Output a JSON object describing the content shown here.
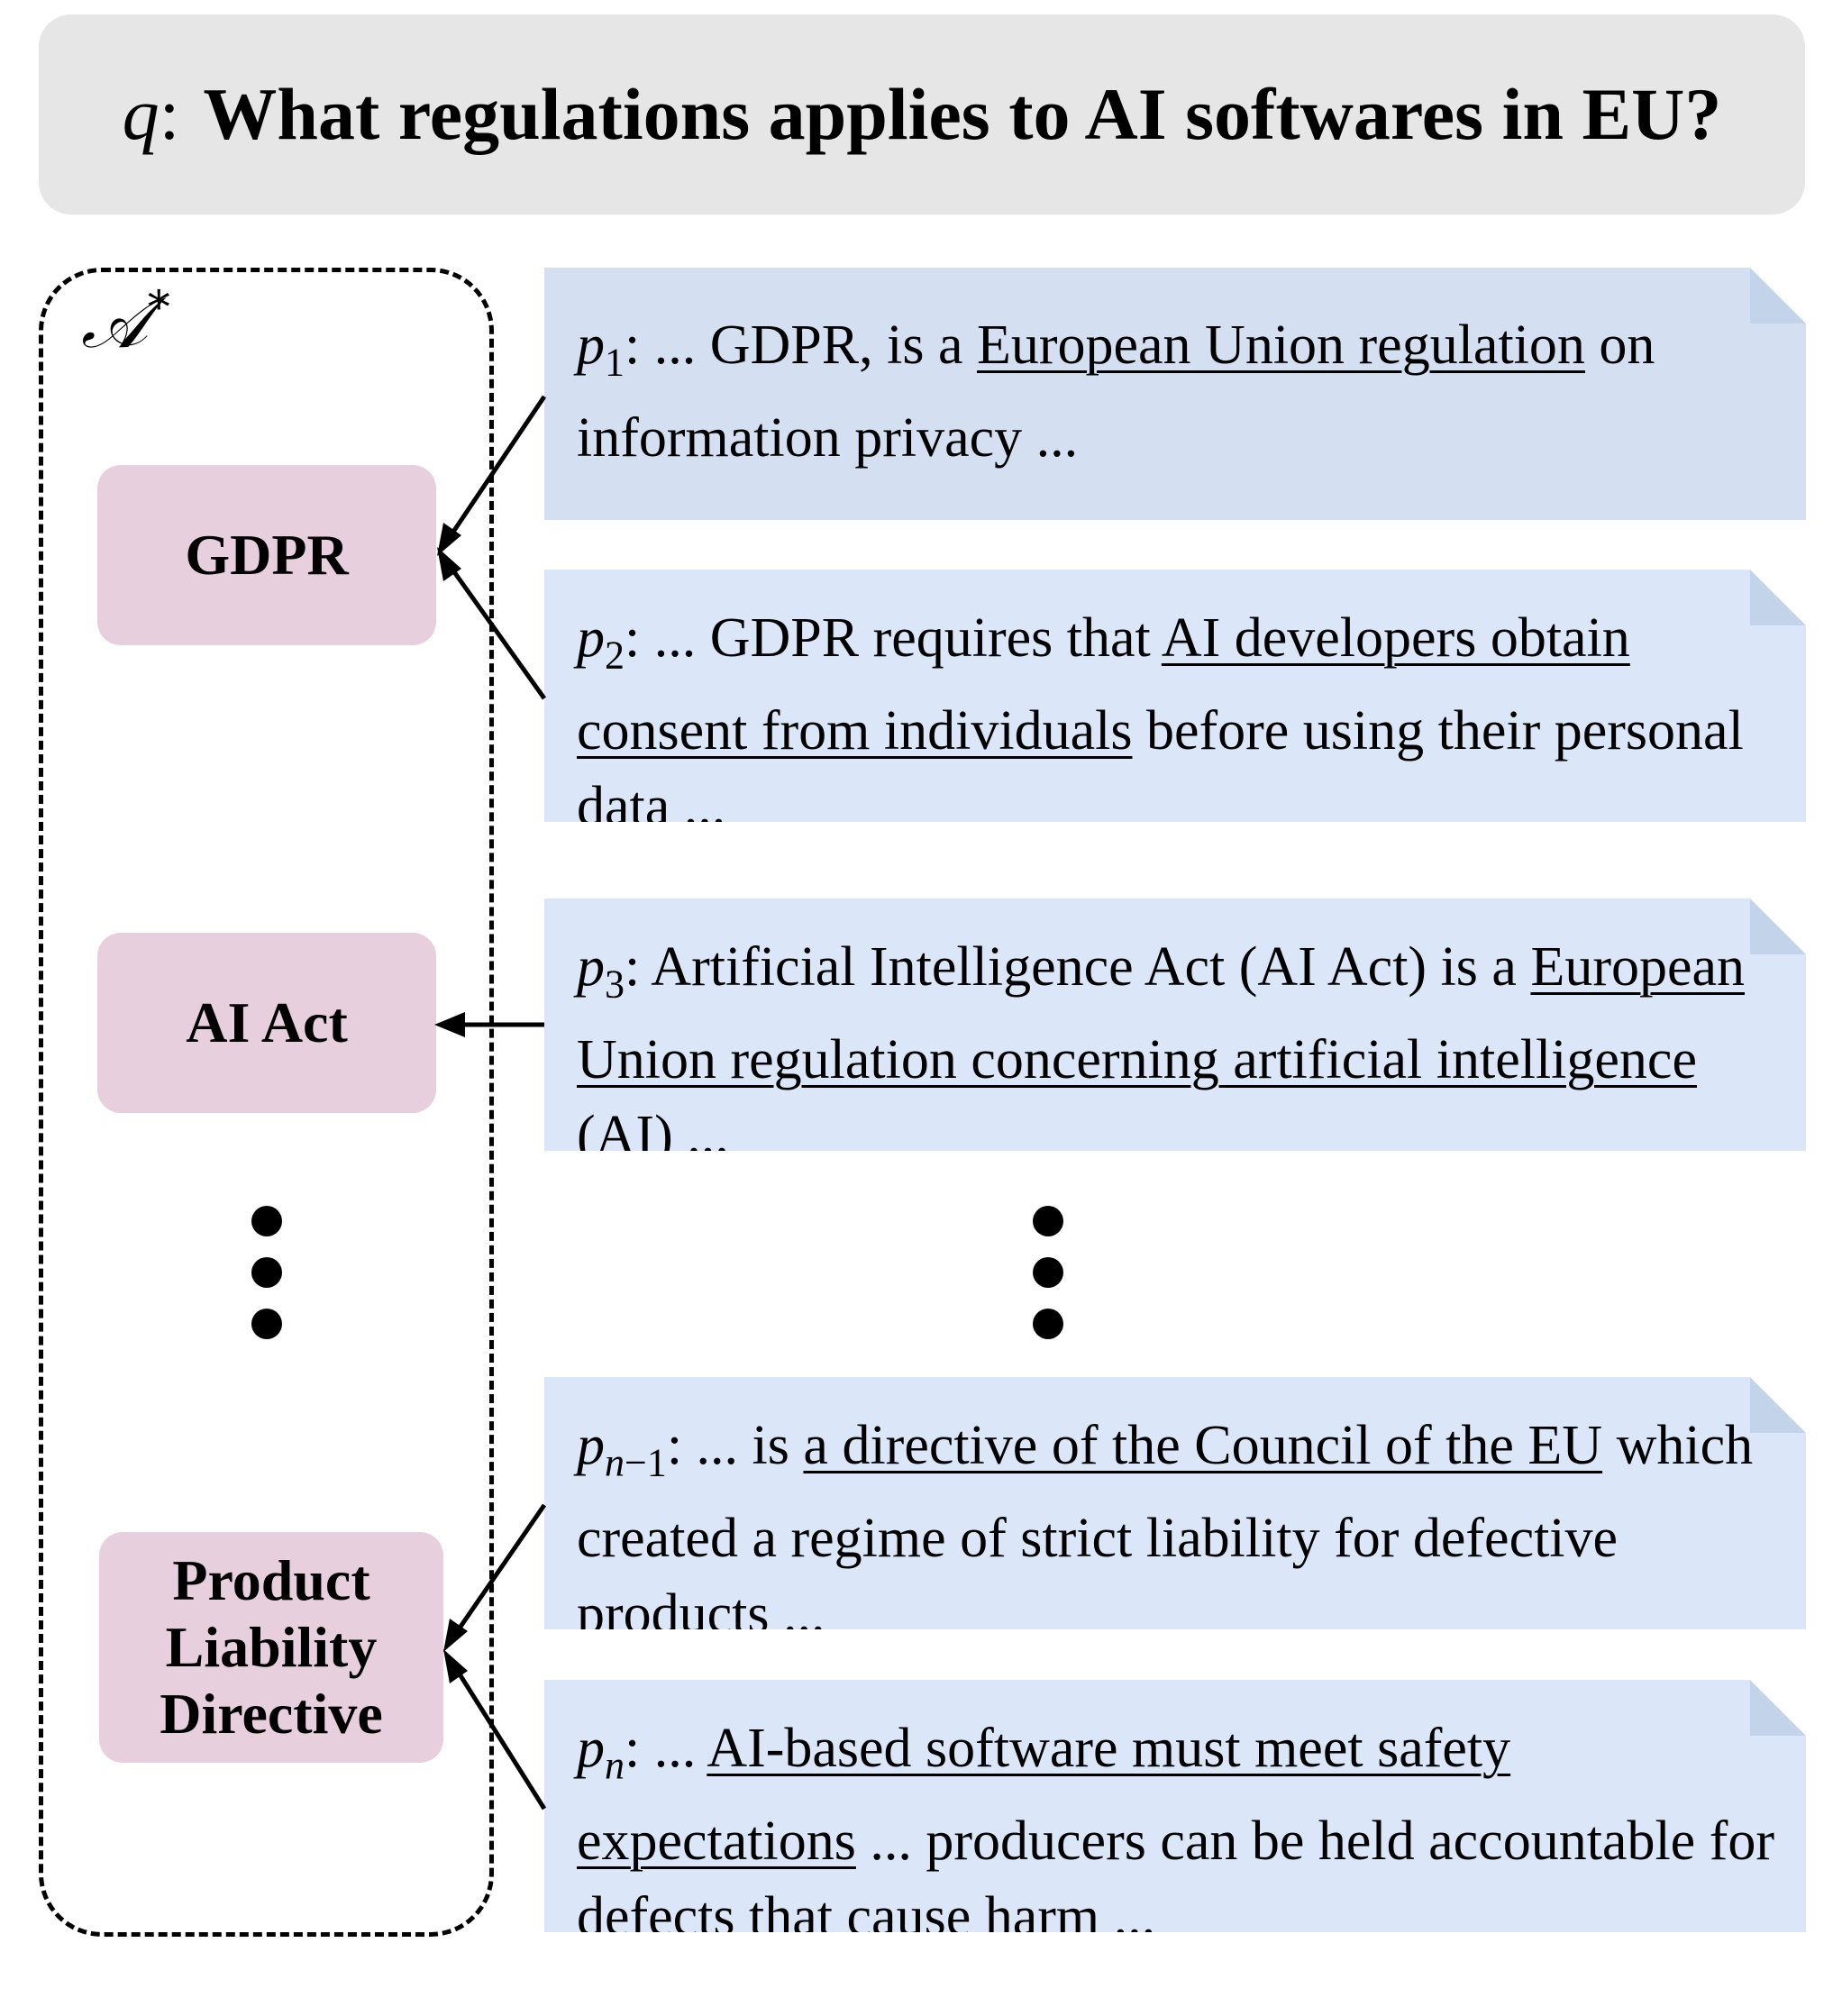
{
  "query": {
    "variable": "q",
    "text": "What regulations applies to AI softwares in EU?"
  },
  "answer_set": {
    "label": "𝒜",
    "label_sup": "*",
    "entities": {
      "gdpr": "GDPR",
      "ai_act": "AI Act",
      "pld": [
        "Product",
        "Liability",
        "Directive"
      ]
    }
  },
  "passages": {
    "p1": {
      "var": "p",
      "sub": "1",
      "before": ": ... GDPR, is a ",
      "underlined": "European Union regulation",
      "after": " on information privacy ..."
    },
    "p2": {
      "var": "p",
      "sub": "2",
      "before": ": ... GDPR requires that ",
      "underlined": "AI developers obtain consent from individuals",
      "after": " before using their personal data ..."
    },
    "p3": {
      "var": "p",
      "sub": "3",
      "before": ": Artificial Intelligence Act (AI Act) is a ",
      "underlined": "European Union regulation concerning artificial intelligence (AI)",
      "after": " ..."
    },
    "pn1": {
      "var": "p",
      "sub_var": "n",
      "sub_rest": "−1",
      "before": ": ... is ",
      "underlined": "a directive of the Council of the EU",
      "after": " which created a regime of strict liability for defective products ..."
    },
    "pn": {
      "var": "p",
      "sub_var": "n",
      "before": ": ... ",
      "underlined": "AI-based software must meet safety expectations",
      "after": " ... producers can be held accountable for defects that cause harm ..."
    }
  }
}
